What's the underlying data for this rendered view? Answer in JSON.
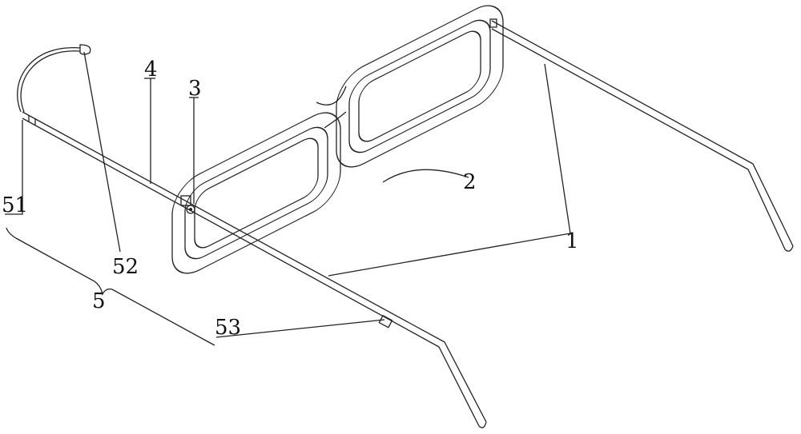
{
  "figure": {
    "type": "patent-drawing",
    "subject": "glasses",
    "labels": {
      "temple": "1",
      "frame": "2",
      "hinge": "3",
      "wire": "4",
      "assembly": "5",
      "part_51": "51",
      "part_52": "52",
      "part_53": "53"
    }
  }
}
